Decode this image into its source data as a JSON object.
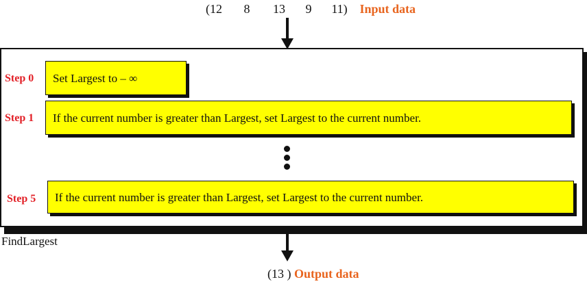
{
  "input": {
    "open": "(12",
    "n2": "8",
    "n3": "13",
    "n4": "9",
    "n5": "11)",
    "label": "Input data"
  },
  "steps": [
    {
      "label": "Step 0",
      "text": "Set Largest to – ∞"
    },
    {
      "label": "Step 1",
      "text": "If the current number is greater than Largest, set Largest to the current number."
    },
    {
      "label": "Step 5",
      "text": "If the current number is greater than Largest, set Largest to the current number."
    }
  ],
  "algorithm_name": "FindLargest",
  "output": {
    "value": "(13 )",
    "label": "Output data"
  }
}
